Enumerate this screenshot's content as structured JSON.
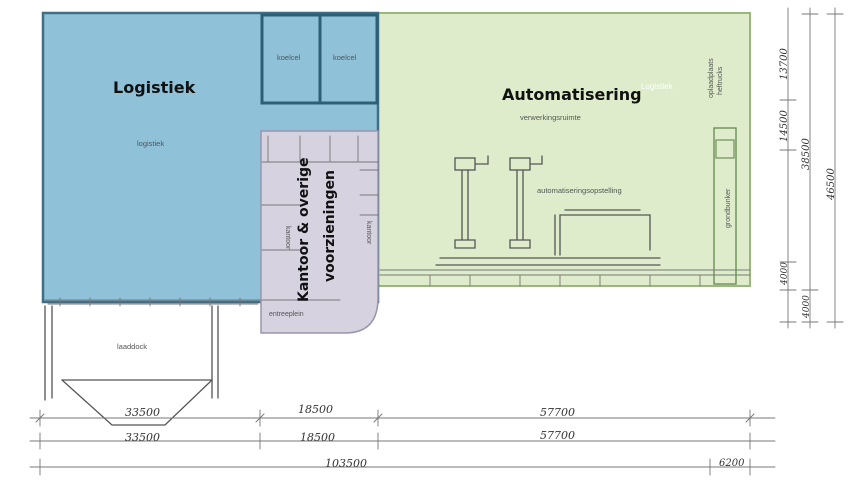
{
  "zones": {
    "logistiek": {
      "title": "Logistiek",
      "sub": "logistiek",
      "color": "#8fc1d9"
    },
    "automatisering": {
      "title": "Automatisering",
      "sub": "verwerkingsruimte",
      "tag": "Logistiek",
      "color": "#deeccb"
    },
    "kantoor": {
      "title_line1": "Kantoor & overige",
      "title_line2": "voorzieningen",
      "sub_kantoor": "kantoor",
      "sub_kantoor2": "kantoor",
      "sub_entree": "entreeplein",
      "color": "#d6d2e0"
    }
  },
  "rooms": {
    "koelcel_1": "koelcel",
    "koelcel_2": "koelcel",
    "laaddock": "laaddock",
    "automatiseringsopstelling": "automatiseringsopstelling",
    "grondbunker": "grondbunker",
    "oplaadplaats_line1": "oplaadplaats",
    "oplaadplaats_line2": "heftrucks"
  },
  "dimensions": {
    "row1": [
      "33500",
      "18500",
      "57700"
    ],
    "row2": [
      "33500",
      "18500",
      "57700"
    ],
    "total": "103500",
    "end": "6200",
    "right_1": "13700",
    "right_2": "14500",
    "right_3": "38500",
    "right_4": "46500",
    "right_5": "4000",
    "right_6": "4000"
  }
}
